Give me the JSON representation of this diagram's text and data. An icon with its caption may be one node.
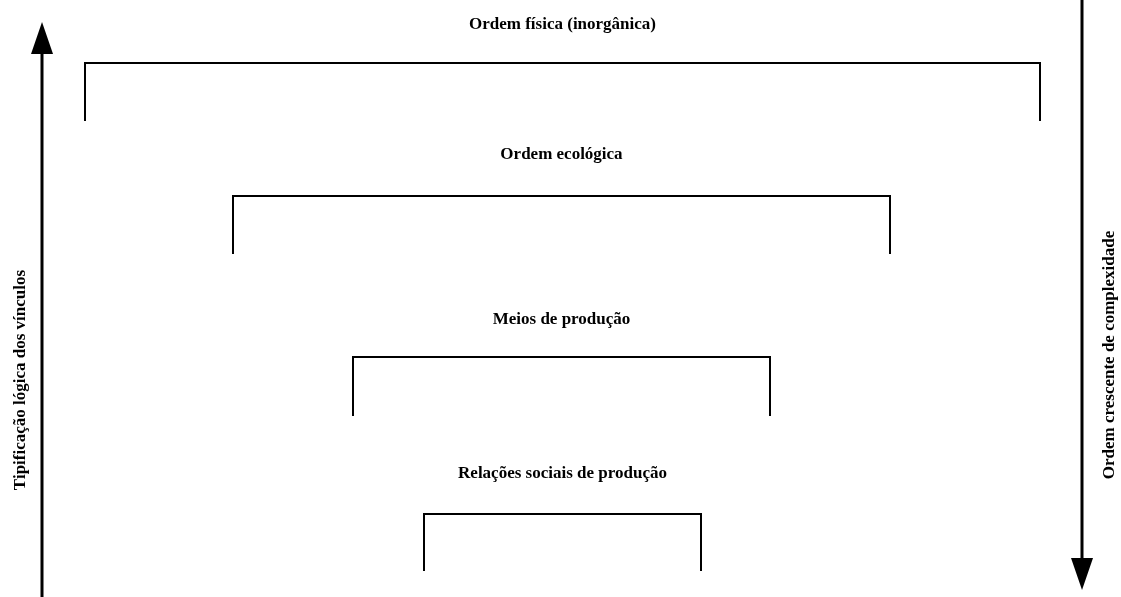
{
  "diagram": {
    "nodes": [
      {
        "text": [
          "Ordem física (inorgânica)"
        ]
      },
      {
        "text": [
          "Ordem ecológica"
        ]
      },
      {
        "text": [
          "Meios de produção"
        ]
      },
      {
        "text": [
          "Relações sociais de produção"
        ]
      }
    ],
    "labels": [
      "Tipificação lógica dos vínculos",
      "Ordem crescente de complexidade"
    ]
  }
}
